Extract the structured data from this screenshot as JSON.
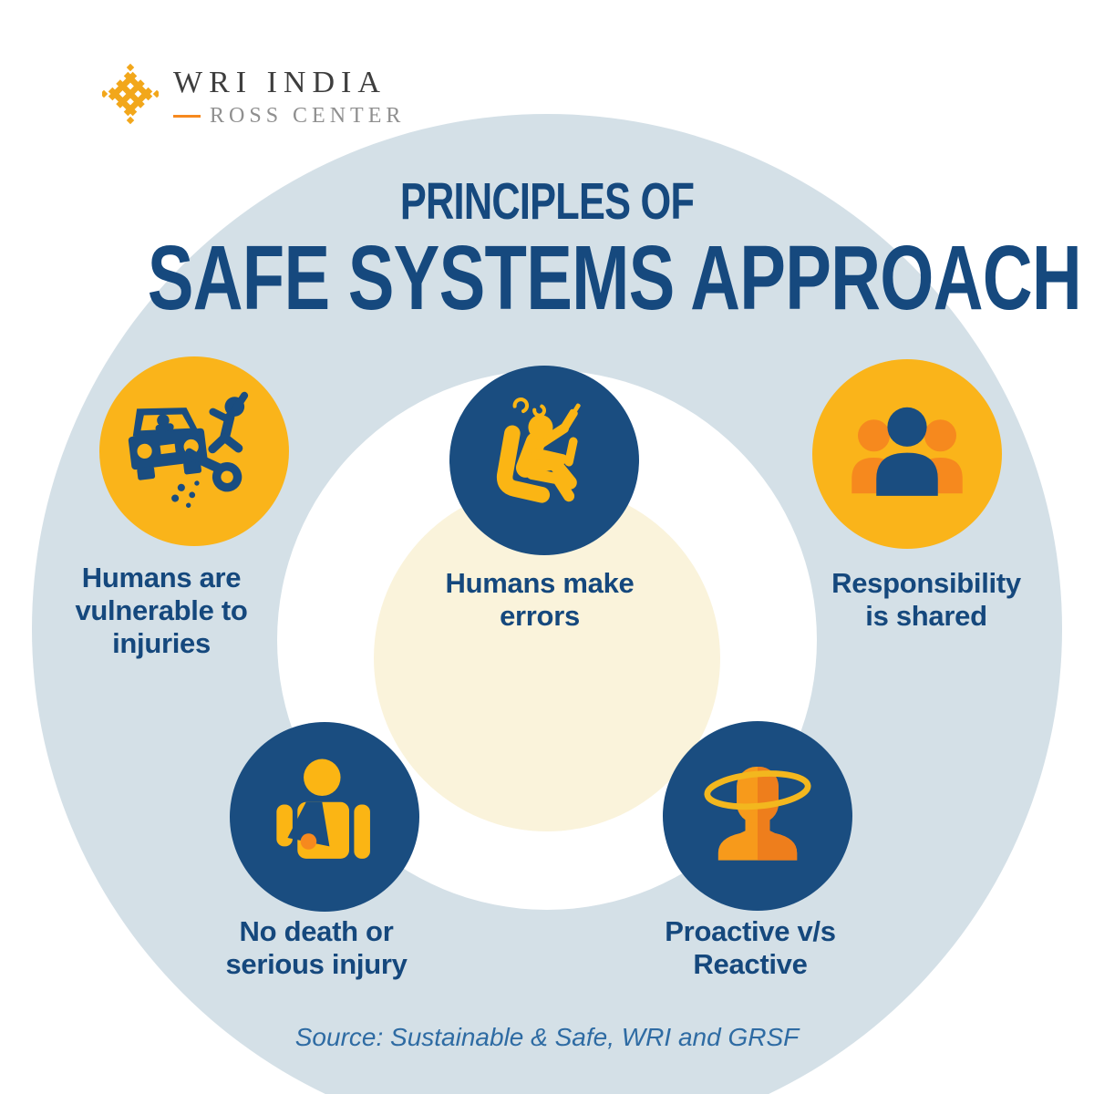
{
  "logo": {
    "org": "WRI INDIA",
    "sub": "ROSS CENTER"
  },
  "title": {
    "line1": "PRINCIPLES OF",
    "line2": "SAFE SYSTEMS APPROACH"
  },
  "principles": [
    {
      "label": "Humans are\nvulnerable to\ninjuries",
      "icon": "car-crash-icon",
      "badge": "yellow"
    },
    {
      "label": "Humans make\nerrors",
      "icon": "drunk-driver-icon",
      "badge": "blue"
    },
    {
      "label": "Responsibility\nis shared",
      "icon": "shared-people-icon",
      "badge": "yellow"
    },
    {
      "label": "No death or\nserious injury",
      "icon": "injured-arm-sling-icon",
      "badge": "blue"
    },
    {
      "label": "Proactive v/s\nReactive",
      "icon": "dizzy-head-icon",
      "badge": "blue"
    }
  ],
  "source": "Source: Sustainable & Safe, WRI and GRSF",
  "colors": {
    "dark_blue": "#1A4D80",
    "text_blue": "#16497E",
    "badge_yellow": "#FAB41A",
    "icon_yellow": "#FBB514",
    "orange": "#F6891E",
    "ring_blue": "#D4E0E7",
    "center_cream": "#FAF3DB",
    "source_blue": "#2E6BA3",
    "logo_gold": "#F2A71B"
  }
}
